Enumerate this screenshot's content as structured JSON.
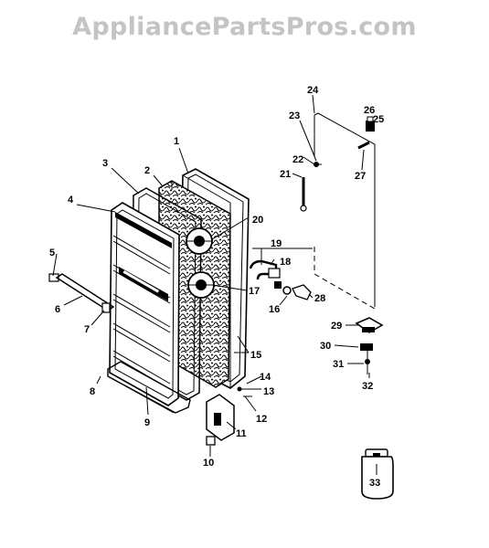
{
  "watermark": "AppliancePartsPros.com",
  "callouts": [
    {
      "id": "c1",
      "text": "1"
    },
    {
      "id": "c2",
      "text": "2"
    },
    {
      "id": "c3",
      "text": "3"
    },
    {
      "id": "c4",
      "text": "4"
    },
    {
      "id": "c5",
      "text": "5"
    },
    {
      "id": "c6",
      "text": "6"
    },
    {
      "id": "c7",
      "text": "7"
    },
    {
      "id": "c8",
      "text": "8"
    },
    {
      "id": "c9",
      "text": "9"
    },
    {
      "id": "c10",
      "text": "10"
    },
    {
      "id": "c11",
      "text": "11"
    },
    {
      "id": "c12",
      "text": "12"
    },
    {
      "id": "c13",
      "text": "13"
    },
    {
      "id": "c14",
      "text": "14"
    },
    {
      "id": "c15",
      "text": "15"
    },
    {
      "id": "c16",
      "text": "16"
    },
    {
      "id": "c17",
      "text": "17"
    },
    {
      "id": "c18",
      "text": "18"
    },
    {
      "id": "c19",
      "text": "19"
    },
    {
      "id": "c20",
      "text": "20"
    },
    {
      "id": "c21",
      "text": "21"
    },
    {
      "id": "c22",
      "text": "22"
    },
    {
      "id": "c23",
      "text": "23"
    },
    {
      "id": "c24",
      "text": "24"
    },
    {
      "id": "c25",
      "text": "25"
    },
    {
      "id": "c26",
      "text": "26"
    },
    {
      "id": "c27",
      "text": "27"
    },
    {
      "id": "c28",
      "text": "28"
    },
    {
      "id": "c29",
      "text": "29"
    },
    {
      "id": "c30",
      "text": "30"
    },
    {
      "id": "c31",
      "text": "31"
    },
    {
      "id": "c32",
      "text": "32"
    },
    {
      "id": "c33",
      "text": "33"
    }
  ]
}
